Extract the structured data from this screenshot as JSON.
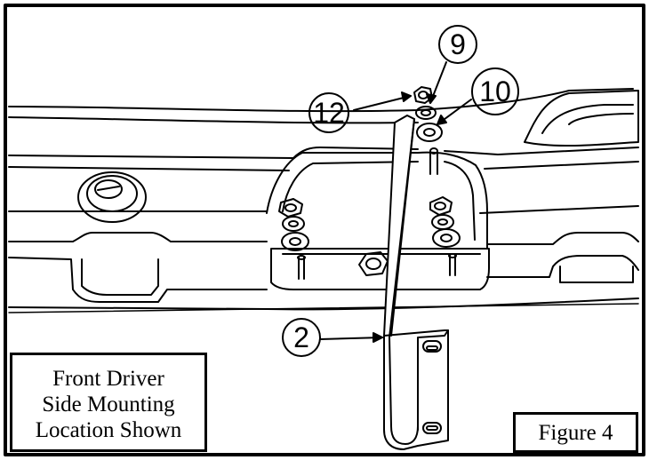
{
  "figure": {
    "caption": "Figure 4",
    "location_note": [
      "Front Driver",
      "Side Mounting",
      "Location Shown"
    ]
  },
  "callouts": [
    {
      "id": "12",
      "label": "12"
    },
    {
      "id": "9",
      "label": "9"
    },
    {
      "id": "10",
      "label": "10"
    },
    {
      "id": "2",
      "label": "2"
    }
  ]
}
